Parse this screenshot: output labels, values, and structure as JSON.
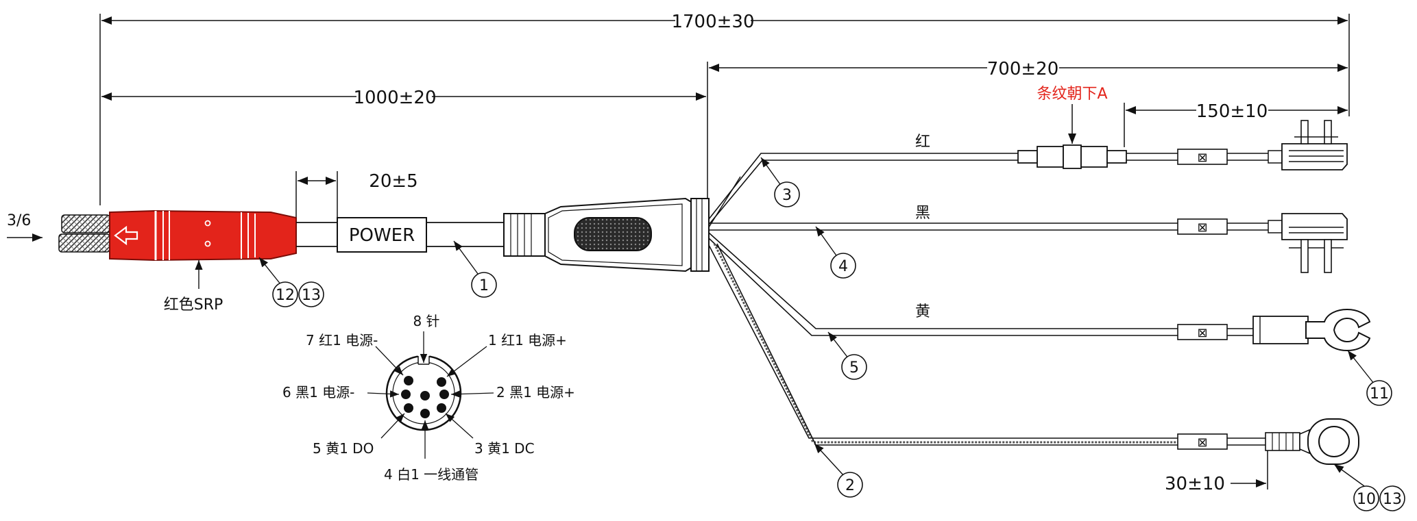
{
  "dims": {
    "overall": "1700±30",
    "main_cable": "1000±20",
    "branch": "700±20",
    "fuse_offset": "150±10",
    "power_label": "20±5",
    "ring_offset": "30±10"
  },
  "labels": {
    "input_spec": "3/6",
    "power_sleeve": "POWER",
    "connector_name": "红色SRP",
    "fuse_note": "条纹朝下A",
    "wire_red": "红",
    "wire_black": "黑",
    "wire_yellow": "黄"
  },
  "callouts": {
    "c1": "1",
    "c2": "2",
    "c3": "3",
    "c4": "4",
    "c5": "5",
    "c10": "10",
    "c11": "11",
    "c12": "12",
    "c13a": "13",
    "c13b": "13"
  },
  "pinout": {
    "title": "8 针",
    "pins": [
      "1  红1  电源+",
      "2  黑1  电源+",
      "3  黄1  DC",
      "4  白1  一线通管",
      "5  黄1    DO",
      "6  黑1  电源-",
      "7 红1  电源-"
    ]
  },
  "colors": {
    "connector_red": "#e3241b",
    "line": "#111111",
    "note_red": "#e3241b"
  }
}
